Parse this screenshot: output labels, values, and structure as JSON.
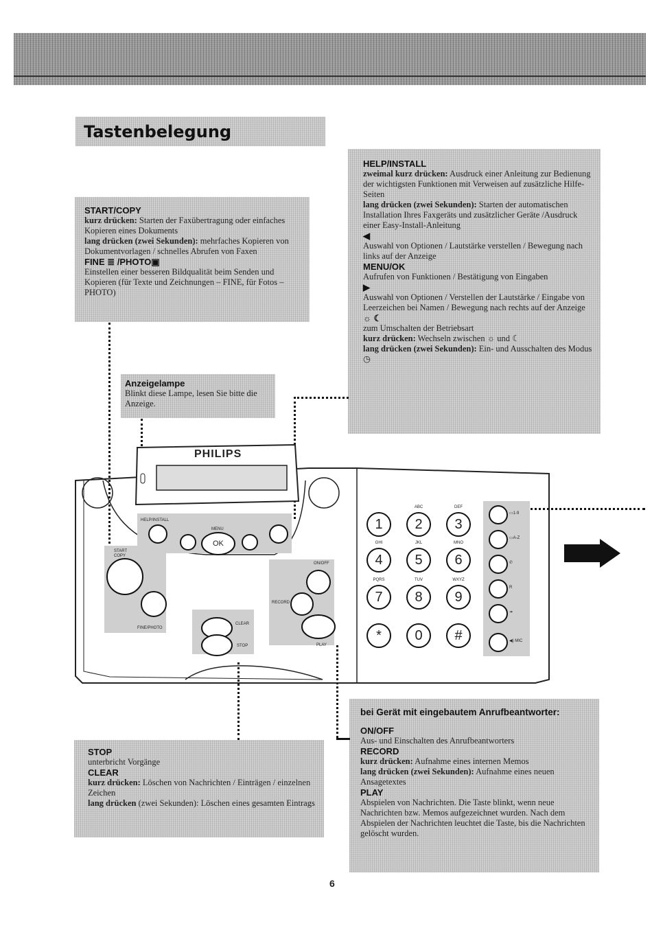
{
  "title": "Tastenbelegung",
  "page_number": "6",
  "start_copy": {
    "heading": "START/COPY",
    "l1_bold": "kurz drücken:",
    "l1_text": "Starten der Faxübertragung oder einfaches Kopieren eines Dokuments",
    "l2_bold": "lang drücken (zwei Sekunden):",
    "l2_text": "mehrfaches Kopieren von Dokumentvorlagen / schnelles Abrufen von Faxen",
    "fine_heading": "FINE ≣ /PHOTO▣",
    "fine_text": "Einstellen einer besseren Bildqualität beim Senden und Kopieren (für Texte und Zeichnungen – FINE, für Fotos – PHOTO)"
  },
  "anzeigelampe": {
    "heading": "Anzeigelampe",
    "text": "Blinkt diese Lampe, lesen Sie bitte die Anzeige."
  },
  "help_install": {
    "heading": "HELP/INSTALL",
    "l1_bold": "zweimal kurz drücken:",
    "l1_text": "Ausdruck einer Anleitung zur Bedienung der wichtigsten Funktionen mit Verweisen auf zusätzliche Hilfe-Seiten",
    "l2_bold": "lang drücken (zwei Sekunden):",
    "l2_text": "Starten der automatischen Installation Ihres Faxgeräts und zusätzlicher Geräte /Ausdruck einer Easy-Install-Anleitung",
    "left_symbol": "◀",
    "left_text": "Auswahl von Optionen / Lautstärke verstellen / Bewegung nach links auf der Anzeige",
    "menu_heading": "MENU/OK",
    "menu_text": "Aufrufen von Funktionen / Bestätigung von Eingaben",
    "right_symbol": "▶",
    "right_text": "Auswahl von Optionen / Verstellen der Lautstärke / Eingabe von Leerzeichen bei Namen / Bewegung nach rechts auf der Anzeige",
    "mode_symbols": "☼ ☾",
    "mode_text": "zum Umschalten der Betriebsart",
    "m1_bold": "kurz drücken:",
    "m1_text": "Wechseln zwischen ☼ und ☾",
    "m2_bold": "lang drücken (zwei Sekunden):",
    "m2_text": "Ein- und Ausschalten des Modus ◷"
  },
  "stop_clear": {
    "stop_heading": "STOP",
    "stop_text": "unterbricht Vorgänge",
    "clear_heading": "CLEAR",
    "c1_bold": "kurz drücken:",
    "c1_text": "Löschen von Nachrichten / Einträgen / einzelnen Zeichen",
    "c2_bold": "lang drücken",
    "c2_text": "(zwei Sekunden): Löschen eines gesamten Eintrags"
  },
  "answering": {
    "banner": "bei Gerät mit eingebautem Anrufbeantworter:",
    "onoff_heading": "ON/OFF",
    "onoff_text": "Aus- und Einschalten des Anrufbeantworters",
    "record_heading": "RECORD",
    "r1_bold": "kurz drücken:",
    "r1_text": "Aufnahme eines internen Memos",
    "r2_bold": "lang drücken (zwei Sekunden):",
    "r2_text": "Aufnahme eines neuen Ansagetextes",
    "play_heading": "PLAY",
    "play_text": "Abspielen von Nachrichten. Die Taste blinkt, wenn neue Nachrichten bzw. Memos aufgezeichnet wurden. Nach dem Abspielen der Nachrichten leuchtet die Taste, bis die Nachrichten gelöscht wurden."
  },
  "device": {
    "brand": "PHILIPS",
    "help_label": "HELP/INSTALL",
    "menu_label": "MENU",
    "ok_label": "OK",
    "start_label": "START COPY",
    "fine_label": "FINE/PHOTO",
    "clear_label": "CLEAR",
    "stop_label": "STOP",
    "onoff_label": "ON/OFF",
    "record_label": "RECORD",
    "play_label": "PLAY",
    "keys": [
      "1",
      "2",
      "3",
      "4",
      "5",
      "6",
      "7",
      "8",
      "9",
      "*",
      "0",
      "#"
    ],
    "key_letters": [
      "",
      "ABC",
      "DEF",
      "GHI",
      "JKL",
      "MNO",
      "PQRS",
      "TUV",
      "WXYZ",
      "",
      "",
      ""
    ],
    "side_labels": [
      "▭1-9",
      "▭A-Z",
      "✆",
      "R",
      "↠",
      "◀) MIC"
    ]
  }
}
